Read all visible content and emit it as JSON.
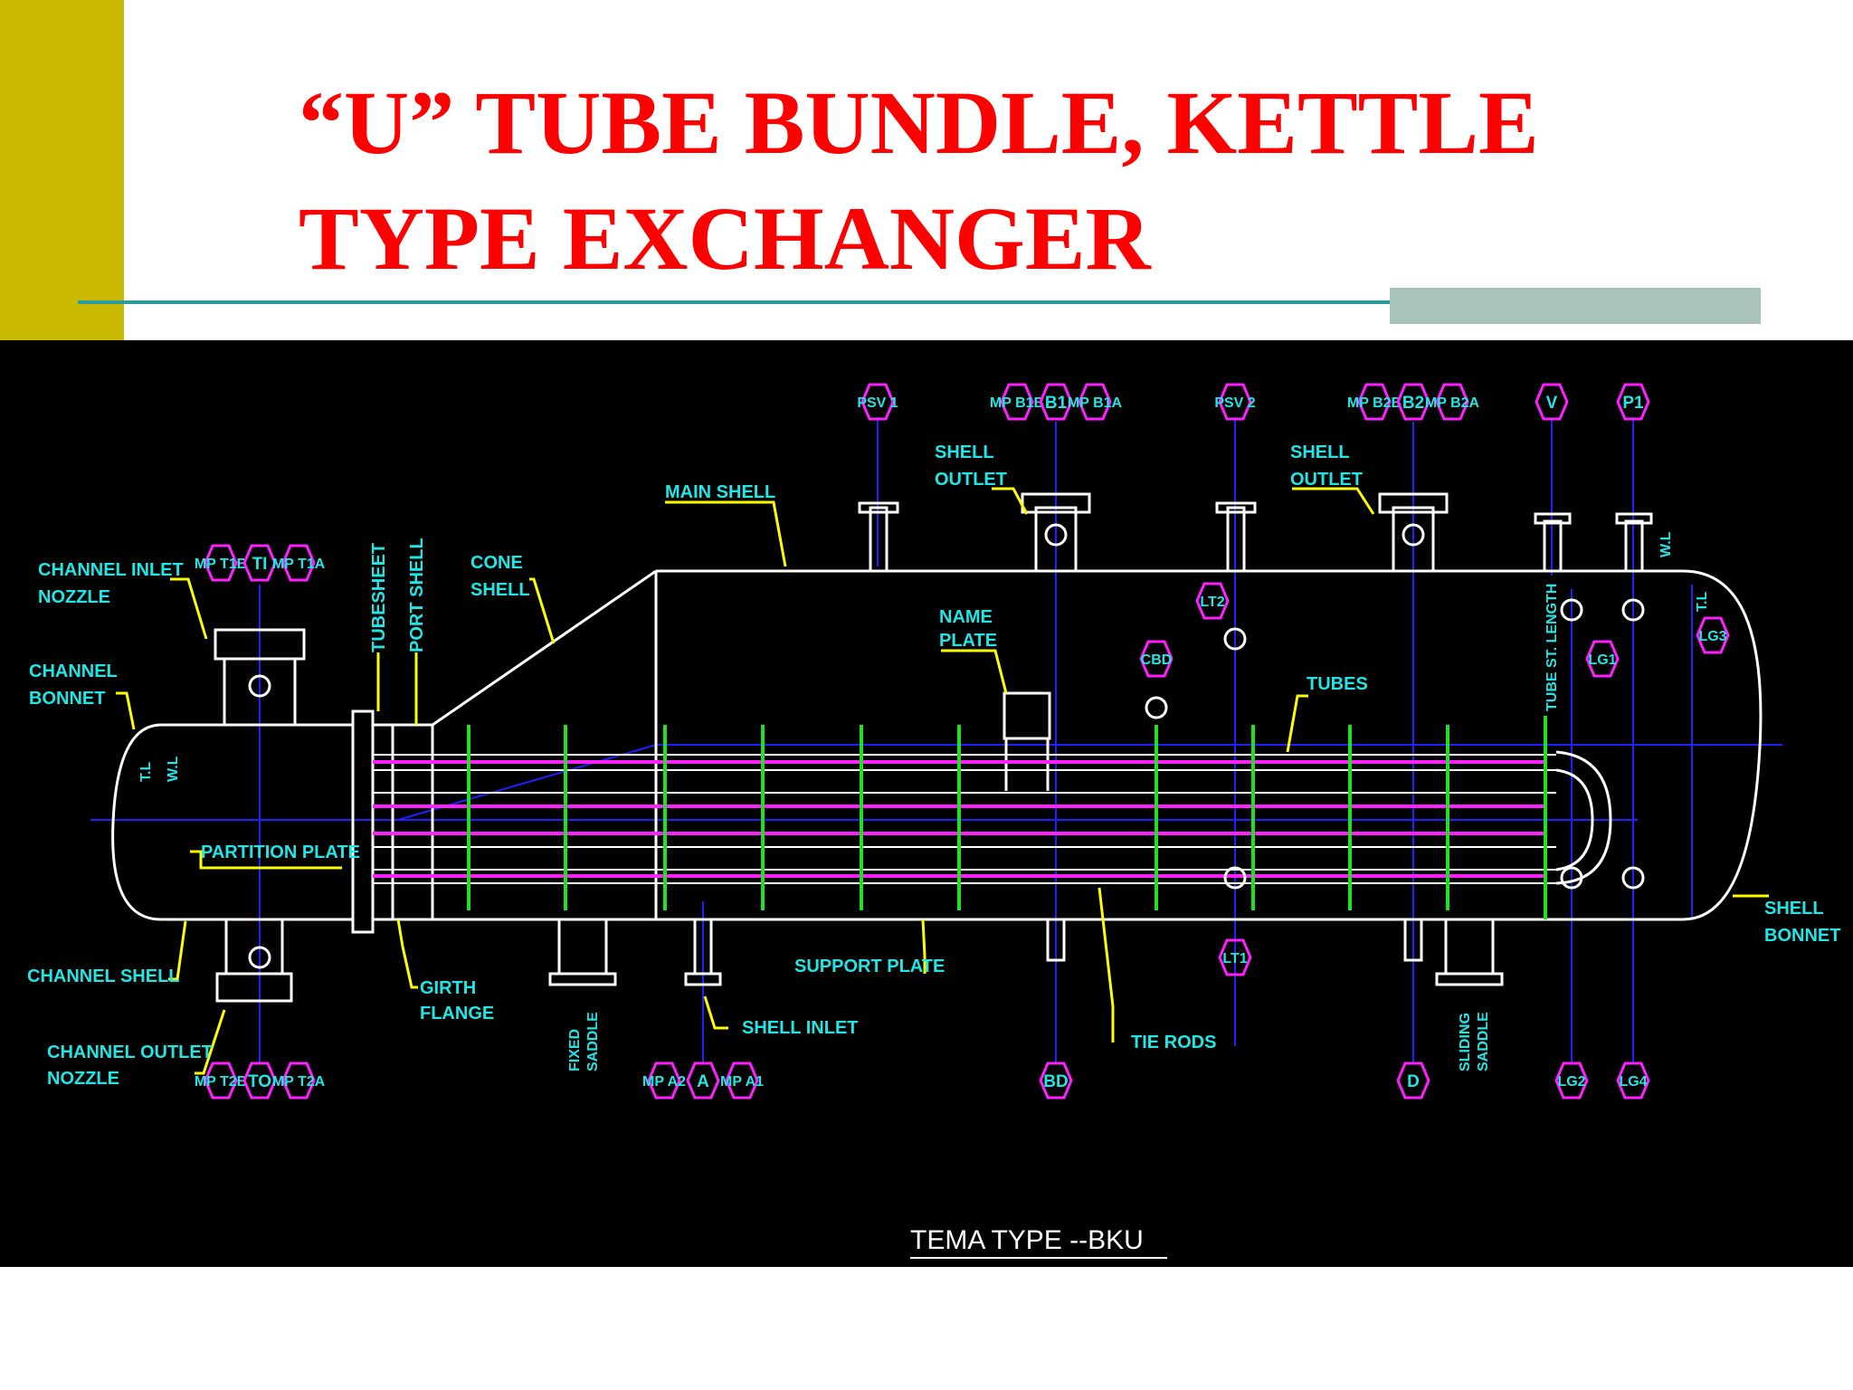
{
  "slide": {
    "title_line1": "“U” TUBE BUNDLE, KETTLE",
    "title_line2": "TYPE EXCHANGER"
  },
  "colors": {
    "title": "#ff0000",
    "accent_bar": "#c8b800",
    "rule": "#2a9d9d",
    "rule_block": "#a8c4b8",
    "drawing_bg": "#000000",
    "label": "#22e6e6",
    "leader": "#ffff00",
    "centerline": "#2020ff",
    "outline": "#ffffff",
    "tube": "#ff20ff",
    "baffle": "#20e020"
  },
  "drawing": {
    "caption": "TEMA TYPE  --BKU",
    "labels": {
      "channel_inlet_nozzle_1": "CHANNEL INLET",
      "channel_inlet_nozzle_2": "NOZZLE",
      "channel_bonnet_1": "CHANNEL",
      "channel_bonnet_2": "BONNET",
      "channel_shell": "CHANNEL SHELL",
      "channel_outlet_nozzle_1": "CHANNEL OUTLET",
      "channel_outlet_nozzle_2": "NOZZLE",
      "tubesheet": "TUBESHEET",
      "port_shell": "PORT SHELL",
      "cone_shell_1": "CONE",
      "cone_shell_2": "SHELL",
      "main_shell": "MAIN SHELL",
      "shell_outlet_1a": "SHELL",
      "shell_outlet_1b": "OUTLET",
      "shell_outlet_2a": "SHELL",
      "shell_outlet_2b": "OUTLET",
      "name_plate_1": "NAME",
      "name_plate_2": "PLATE",
      "tubes": "TUBES",
      "partition_plate": "PARTITION PLATE",
      "girth_flange_1": "GIRTH",
      "girth_flange_2": "FLANGE",
      "fixed_saddle_1": "FIXED",
      "fixed_saddle_2": "SADDLE",
      "shell_inlet": "SHELL INLET",
      "support_plate": "SUPPORT PLATE",
      "tie_rods": "TIE RODS",
      "sliding_saddle_1": "SLIDING",
      "sliding_saddle_2": "SADDLE",
      "shell_bonnet_1": "SHELL",
      "shell_bonnet_2": "BONNET",
      "tube_st_length": "TUBE ST. LENGTH",
      "tl_left": "T.L",
      "wl_left": "W.L",
      "tl_right": "T.L",
      "wl_right": "W.L"
    },
    "tags": {
      "psv1": "PSV 1",
      "mp_b1b": "MP B1B",
      "b1": "B1",
      "mp_b1a": "MP B1A",
      "psv2": "PSV 2",
      "mp_b2b": "MP B2B",
      "b2": "B2",
      "mp_b2a": "MP B2A",
      "v": "V",
      "p1": "P1",
      "mp_t1b": "MP T1B",
      "ti": "TI",
      "mp_t1a": "MP T1A",
      "lt2": "LT2",
      "cbd": "CBD",
      "lg1": "LG1",
      "lg3": "LG3",
      "lt1": "LT1",
      "mp_t2b": "MP T2B",
      "to": "TO",
      "mp_t2a": "MP T2A",
      "mp_a2": "MP A2",
      "a": "A",
      "mp_a1": "MP A1",
      "bd": "BD",
      "d": "D",
      "lg2": "LG2",
      "lg4": "LG4"
    }
  }
}
